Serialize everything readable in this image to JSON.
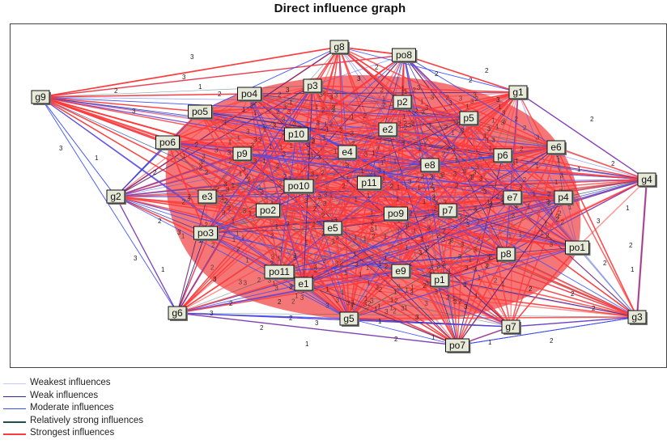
{
  "title": "Direct influence graph",
  "colors": {
    "strongest": "#ff3b3b",
    "relatively_strong": "#1f4f4f",
    "moderate": "#3a4cff",
    "weak": "#2a2a9a",
    "weakest": "#9a9aff",
    "node_fill": "#e6e8d8",
    "cluster": "#f25050"
  },
  "nodes": [
    {
      "id": "g1",
      "label": "g1"
    },
    {
      "id": "g2",
      "label": "g2"
    },
    {
      "id": "g3",
      "label": "g3"
    },
    {
      "id": "g4",
      "label": "g4"
    },
    {
      "id": "g5",
      "label": "g5"
    },
    {
      "id": "g6",
      "label": "g6"
    },
    {
      "id": "g7",
      "label": "g7"
    },
    {
      "id": "g8",
      "label": "g8"
    },
    {
      "id": "g9",
      "label": "g9"
    },
    {
      "id": "po1",
      "label": "po1"
    },
    {
      "id": "po2",
      "label": "po2"
    },
    {
      "id": "po3",
      "label": "po3"
    },
    {
      "id": "po4",
      "label": "po4"
    },
    {
      "id": "po5",
      "label": "po5"
    },
    {
      "id": "po6",
      "label": "po6"
    },
    {
      "id": "po7",
      "label": "po7"
    },
    {
      "id": "po8",
      "label": "po8"
    },
    {
      "id": "po9",
      "label": "po9"
    },
    {
      "id": "po10",
      "label": "po10"
    },
    {
      "id": "po11",
      "label": "po11"
    },
    {
      "id": "p1",
      "label": "p1"
    },
    {
      "id": "p2",
      "label": "p2"
    },
    {
      "id": "p3",
      "label": "p3"
    },
    {
      "id": "p4",
      "label": "p4"
    },
    {
      "id": "p5",
      "label": "p5"
    },
    {
      "id": "p6",
      "label": "p6"
    },
    {
      "id": "p7",
      "label": "p7"
    },
    {
      "id": "p8",
      "label": "p8"
    },
    {
      "id": "p9",
      "label": "p9"
    },
    {
      "id": "p10",
      "label": "p10"
    },
    {
      "id": "p11",
      "label": "p11"
    },
    {
      "id": "e1",
      "label": "e1"
    },
    {
      "id": "e2",
      "label": "e2"
    },
    {
      "id": "e3",
      "label": "e3"
    },
    {
      "id": "e4",
      "label": "e4"
    },
    {
      "id": "e5",
      "label": "e5"
    },
    {
      "id": "e6",
      "label": "e6"
    },
    {
      "id": "e7",
      "label": "e7"
    },
    {
      "id": "e8",
      "label": "e8"
    },
    {
      "id": "e9",
      "label": "e9"
    }
  ],
  "visible_weight_labels": [
    "3",
    "3",
    "2",
    "2",
    "3",
    "2",
    "2",
    "2",
    "3",
    "2",
    "2",
    "1",
    "2",
    "1",
    "2",
    "2",
    "1",
    "1",
    "2",
    "1",
    "2",
    "3",
    "1",
    "3",
    "3",
    "1",
    "3",
    "2",
    "2",
    "3",
    "2",
    "2",
    "3",
    "1",
    "3",
    "3",
    "2",
    "2",
    "1",
    "1",
    "3",
    "2",
    "2",
    "3",
    "1",
    "3",
    "2",
    "1"
  ],
  "legend": [
    {
      "label": "Weakest influences",
      "color_key": "weakest"
    },
    {
      "label": "Weak influences",
      "color_key": "weak"
    },
    {
      "label": "Moderate influences",
      "color_key": "moderate"
    },
    {
      "label": "Relatively strong influences",
      "color_key": "relatively_strong"
    },
    {
      "label": "Strongest influences",
      "color_key": "strongest"
    }
  ]
}
